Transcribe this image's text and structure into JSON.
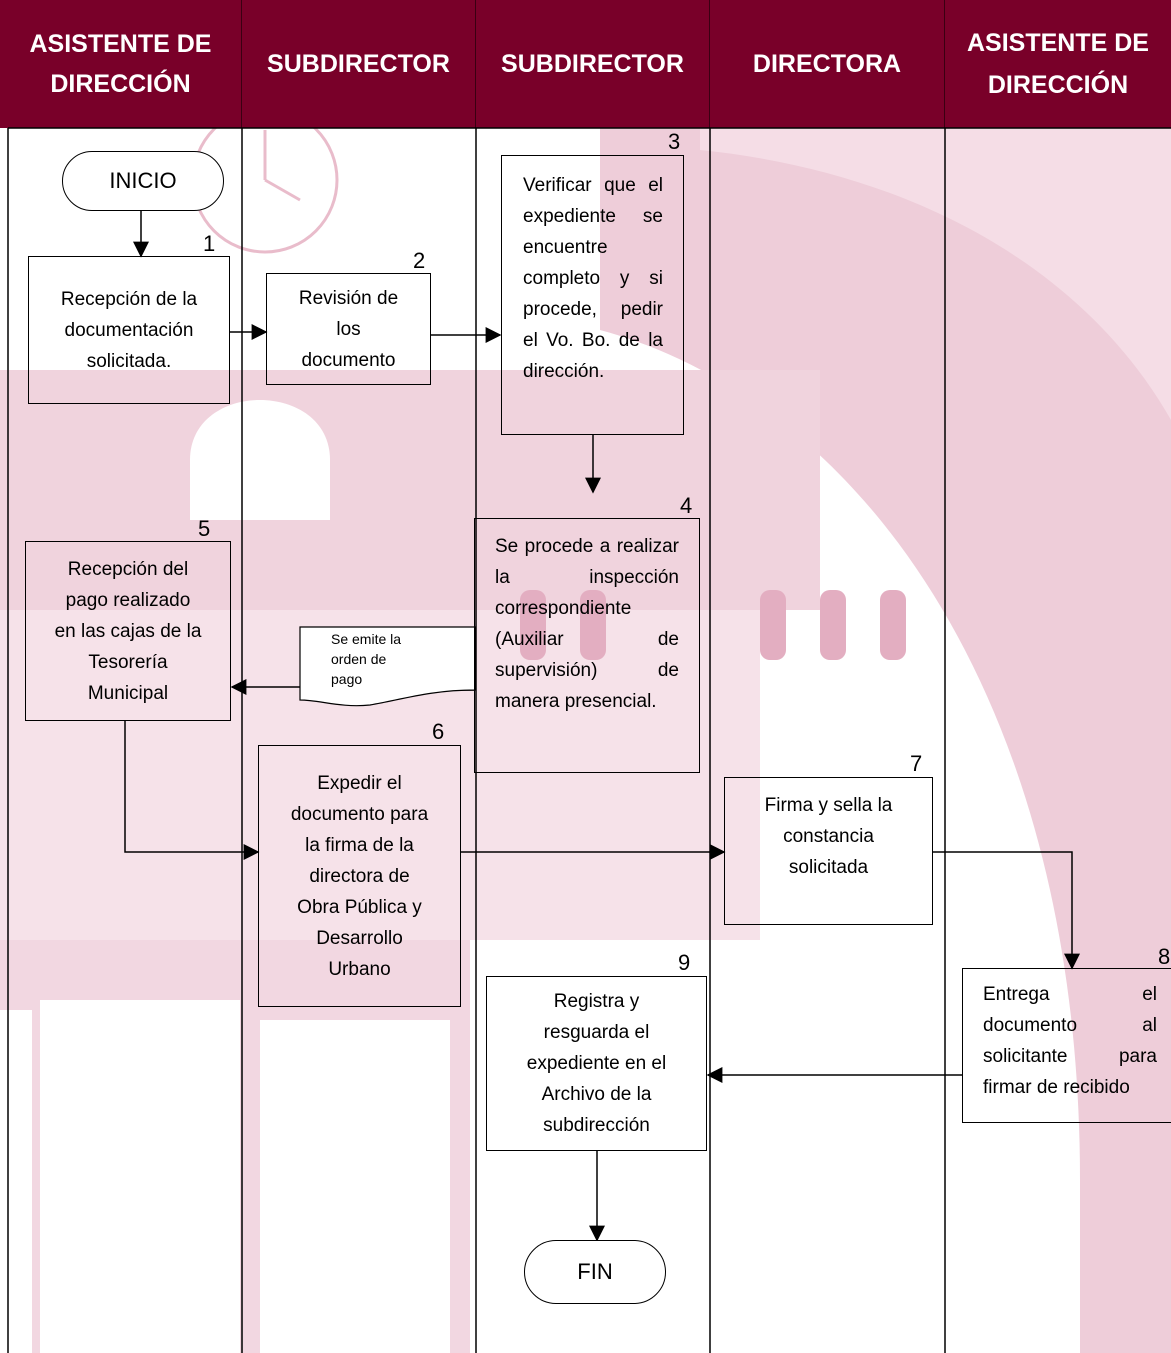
{
  "lanes": [
    {
      "title": "ASISTENTE DE\nDIRECCIÓN"
    },
    {
      "title": "SUBDIRECTOR"
    },
    {
      "title": "SUBDIRECTOR"
    },
    {
      "title": "DIRECTORA"
    },
    {
      "title": "ASISTENTE DE\nDIRECCIÓN"
    }
  ],
  "colors": {
    "header_bg": "#790029",
    "header_text": "#ffffff",
    "watermark": "#ecc8d5"
  },
  "start": {
    "label": "INICIO"
  },
  "end": {
    "label": "FIN"
  },
  "steps": [
    {
      "number": "1",
      "text": "Recepción de la\ndocumentación\nsolicitada."
    },
    {
      "number": "2",
      "text": "Revisión de\nlos\ndocumento"
    },
    {
      "number": "3",
      "text": "Verificar que el expediente se encuentre completo y si procede, pedir el Vo. Bo. de la dirección."
    },
    {
      "number": "4",
      "text": "Se procede a realizar la inspección correspondiente (Auxiliar de supervisión) de manera presencial."
    },
    {
      "number": "5",
      "text": "Recepción del\npago realizado\nen las cajas de la\nTesorería\nMunicipal"
    },
    {
      "number": "6",
      "text": "Expedir el\ndocumento para\nla firma de la\ndirectora de\nObra Pública y\nDesarrollo\nUrbano"
    },
    {
      "number": "7",
      "text": "Firma y sella la\nconstancia\nsolicitada"
    },
    {
      "number": "8",
      "text": "Entrega el documento al solicitante para firmar de recibido"
    },
    {
      "number": "9",
      "text": "Registra y\nresguarda el\nexpediente en el\nArchivo de la\nsubdirección"
    }
  ],
  "document_note": {
    "text": "Se emite la\norden de\npago"
  }
}
